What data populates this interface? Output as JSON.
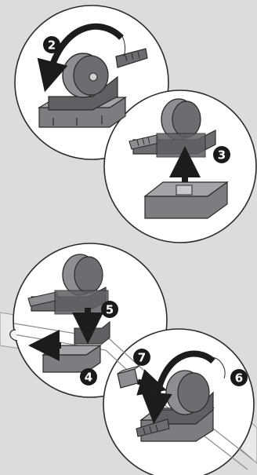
{
  "steps": [
    {
      "id": "2",
      "label": "2",
      "color": "#1a1a1a"
    },
    {
      "id": "3",
      "label": "3",
      "color": "#1a1a1a"
    },
    {
      "id": "4",
      "label": "4",
      "color": "#1a1a1a"
    },
    {
      "id": "5",
      "label": "5",
      "color": "#1a1a1a"
    },
    {
      "id": "6",
      "label": "6",
      "color": "#1a1a1a"
    },
    {
      "id": "7",
      "label": "7",
      "color": "#1a1a1a"
    }
  ],
  "colors": {
    "background": "#dcdcdc",
    "panel": "#ffffff",
    "part_dark": "#5f6064",
    "part_mid": "#8d8e92",
    "part_light": "#b9babd",
    "outline": "#2b2b2b",
    "arrow": "#1c1c1c",
    "cable": "#e9e9e9"
  }
}
